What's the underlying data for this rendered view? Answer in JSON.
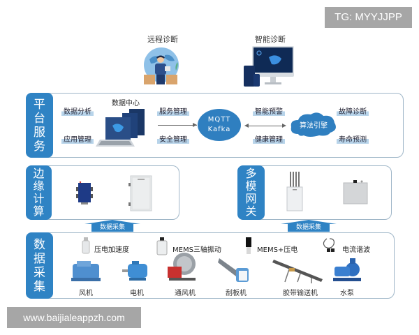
{
  "watermarks": {
    "top_right": "TG: MYYJJPP",
    "bottom_left": "www.baijialeappzh.com"
  },
  "top": {
    "remote": {
      "label": "远程诊断",
      "icon": "person-globe-illustration"
    },
    "smart": {
      "label": "智能诊断",
      "icon": "monitor-dashboard-illustration"
    }
  },
  "platform": {
    "side_label": [
      "平",
      "台",
      "服",
      "务"
    ],
    "data_center_label": "数据中心",
    "tags_left": [
      "数据分析",
      "应用管理"
    ],
    "tags_mid": [
      "服务管理",
      "安全管理"
    ],
    "broker": [
      "MQTT",
      "Kafka"
    ],
    "tags_right_mid": [
      "智能预警",
      "健康管理"
    ],
    "engine": "算法引擎",
    "tags_right": [
      "故障诊断",
      "寿命预测"
    ],
    "colors": {
      "accent": "#2f83c4",
      "border": "#9fb6c8",
      "tag_highlight": "#b8d4ea"
    }
  },
  "edge": {
    "side_label": [
      "边",
      "缘",
      "计",
      "算"
    ],
    "devices": [
      "edge-gateway-blue",
      "edge-computer-box"
    ]
  },
  "gateway": {
    "side_label": [
      "多",
      "模",
      "网",
      "关"
    ],
    "devices": [
      "multi-antenna-gateway",
      "gateway-box"
    ]
  },
  "arrows": {
    "left": "数据采集",
    "right": "数据采集"
  },
  "collection": {
    "side_label": [
      "数",
      "据",
      "采",
      "集"
    ],
    "sensors": [
      "压电加速度",
      "MEMS三轴振动",
      "MEMS+压电",
      "电流谐波"
    ],
    "equipment": [
      "风机",
      "电机",
      "通风机",
      "刮板机",
      "胶带输送机",
      "水泵"
    ]
  }
}
